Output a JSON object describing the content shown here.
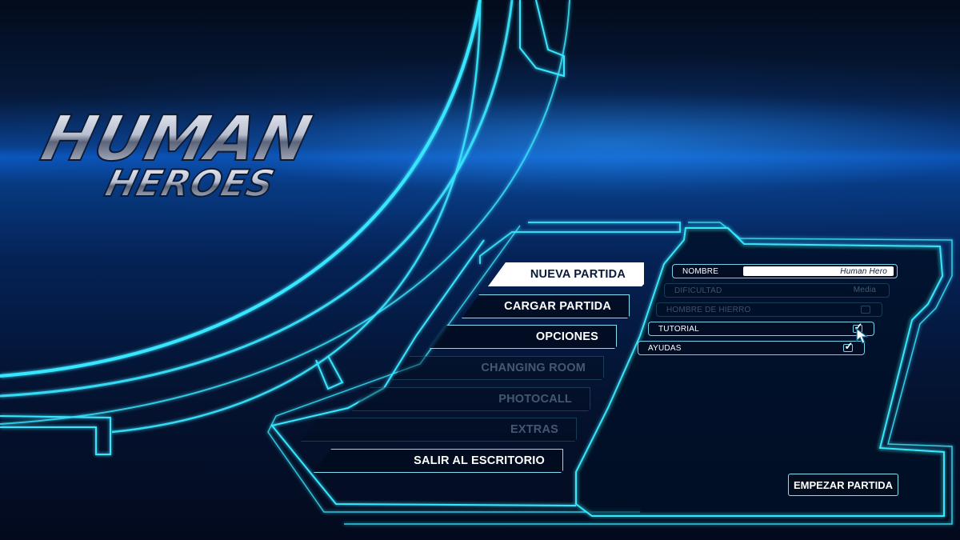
{
  "logo": {
    "line1": "HUMAN",
    "line2": "HEROES"
  },
  "main_menu": {
    "items": [
      {
        "label": "NUEVA PARTIDA",
        "state": "active"
      },
      {
        "label": "CARGAR PARTIDA",
        "state": "enabled"
      },
      {
        "label": "OPCIONES",
        "state": "enabled"
      },
      {
        "label": "CHANGING ROOM",
        "state": "disabled"
      },
      {
        "label": "PHOTOCALL",
        "state": "disabled"
      },
      {
        "label": "EXTRAS",
        "state": "disabled"
      },
      {
        "label": "SALIR AL ESCRITORIO",
        "state": "enabled"
      }
    ]
  },
  "new_game_panel": {
    "nombre": {
      "label": "NOMBRE",
      "value": "Human Hero"
    },
    "dificultad": {
      "label": "DIFICULTAD",
      "value": "Media",
      "state": "disabled"
    },
    "hombre_de_hierro": {
      "label": "HOMBRE DE HIERRO",
      "checked": false,
      "state": "disabled"
    },
    "tutorial": {
      "label": "TUTORIAL",
      "checked": true
    },
    "ayudas": {
      "label": "AYUDAS",
      "checked": true
    },
    "start_label": "EMPEZAR PARTIDA"
  },
  "colors": {
    "accent": "#39e6ff",
    "background": "#041433",
    "glow": "#0b58c0"
  },
  "icons": {
    "cursor": "arrow-cursor-icon",
    "check": "check-icon"
  }
}
